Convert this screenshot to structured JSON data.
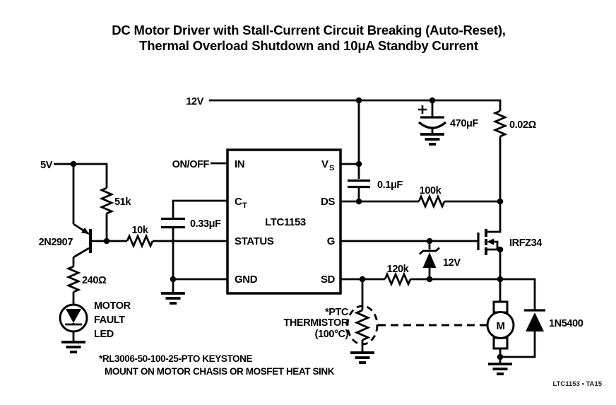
{
  "title": {
    "line1": "DC Motor Driver with Stall-Current Circuit Breaking (Auto-Reset),",
    "line2": "Thermal Overload Shutdown and 10μA Standby Current"
  },
  "ic": {
    "name": "LTC1153",
    "pins": {
      "in": "IN",
      "ct_main": "C",
      "ct_sub": "T",
      "status": "STATUS",
      "gnd": "GND",
      "vs_main": "V",
      "vs_sub": "S",
      "ds": "DS",
      "g": "G",
      "sd": "SD"
    }
  },
  "labels": {
    "rail_12v": "12V",
    "on_off": "ON/OFF",
    "supply_5v": "5V",
    "cap_470uf": "470μF",
    "res_sense": "0.02Ω",
    "cap_01uf": "0.1μF",
    "res_100k": "100k",
    "res_51k": "51k",
    "res_10k": "10k",
    "cap_033uf": "0.33μF",
    "transistor": "2N2907",
    "res_240": "240Ω",
    "led_line1": "MOTOR",
    "led_line2": "FAULT",
    "led_line3": "LED",
    "res_120k": "120k",
    "zener_12v": "12V",
    "mosfet": "IRFZ34",
    "diode": "1N5400",
    "motor": "M",
    "ptc_line1": "*PTC",
    "ptc_line2": "THERMISTOR",
    "ptc_line3": "(100°C)",
    "note_line1": "*RL3006-50-100-25-PTO KEYSTONE",
    "note_line2": "MOUNT ON MOTOR CHASIS OR MOSFET HEAT SINK",
    "doc_ref": "LTC1153 • TA15"
  }
}
